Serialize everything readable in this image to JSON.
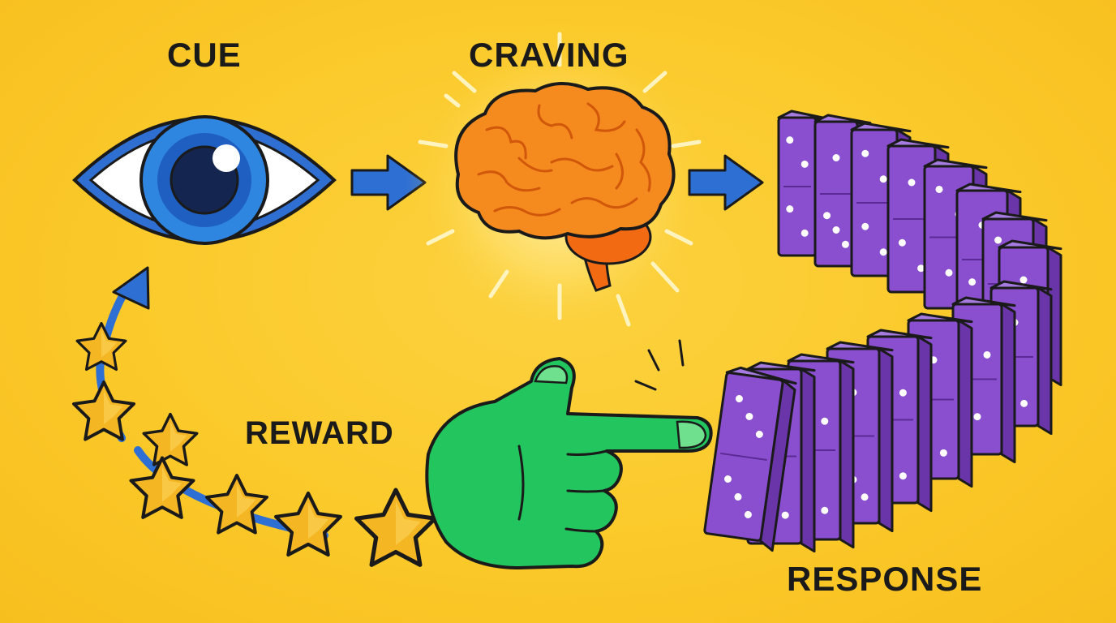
{
  "labels": {
    "cue": "CUE",
    "craving": "CRAVING",
    "reward": "REWARD",
    "response": "RESPONSE"
  },
  "colors": {
    "background": "#FBC92A",
    "eye_blue": "#2F6FD1",
    "brain_orange": "#F58A1F",
    "domino_purple": "#8A4FCF",
    "hand_green": "#22C55E",
    "star_gold": "#F5B623",
    "arrow_blue": "#2E6FD4"
  },
  "icons": [
    "eye-icon",
    "brain-icon",
    "domino-chain",
    "pointing-hand-icon",
    "star-icon",
    "arrow-icon"
  ]
}
